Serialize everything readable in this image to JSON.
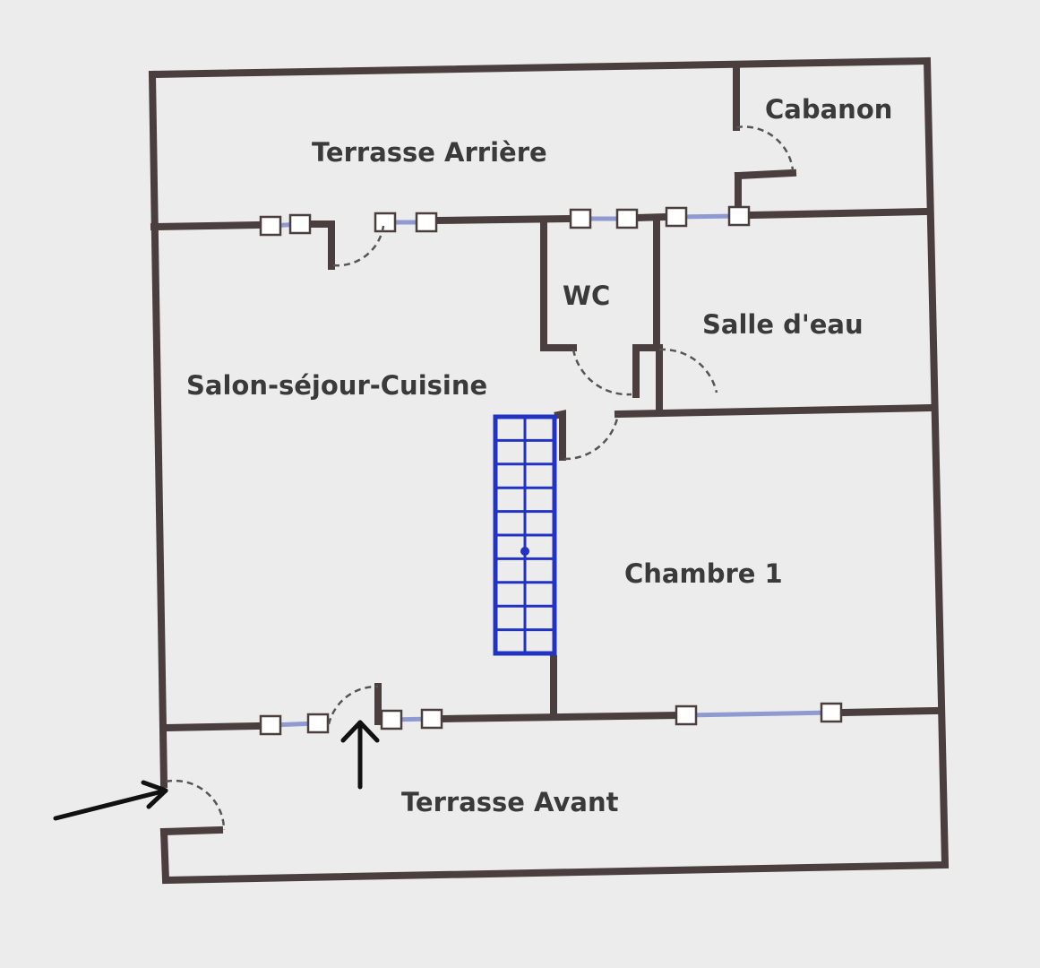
{
  "colors": {
    "background": "#ececec",
    "wall": "#4a3f3e",
    "window": "#8e9ad0",
    "stair": "#2233c4",
    "door_arc": "#555555",
    "arrow": "#111111",
    "text": "#3a3a3a"
  },
  "rooms": {
    "terrasse_arriere": "Terrasse Arrière",
    "cabanon": "Cabanon",
    "wc": "WC",
    "salle_deau": "Salle d'eau",
    "salon": "Salon-séjour-Cuisine",
    "chambre1": "Chambre 1",
    "terrasse_avant": "Terrasse Avant"
  },
  "icons": {
    "entrance_arrows": "arrow-icon",
    "staircase": "staircase-icon",
    "doors": "door-swing-icon",
    "windows": "window-icon"
  }
}
